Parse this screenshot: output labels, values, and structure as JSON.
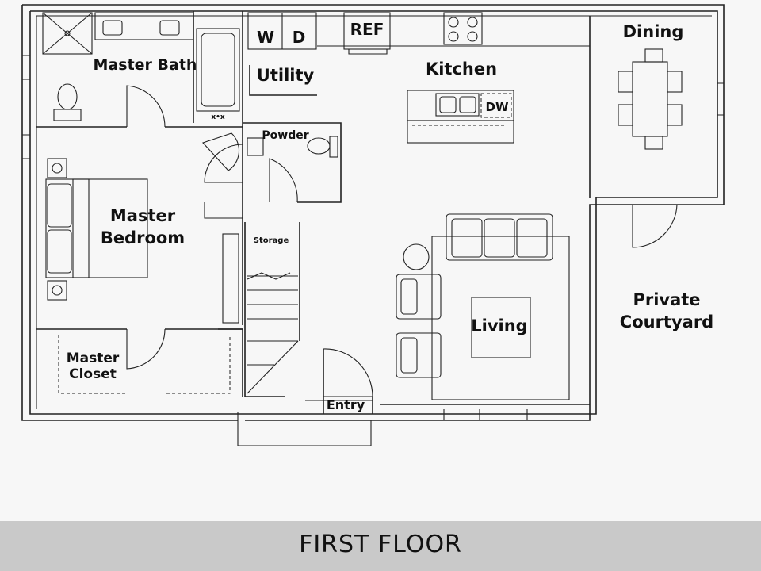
{
  "footer": {
    "title": "FIRST FLOOR"
  },
  "rooms": {
    "master_bath": "Master Bath",
    "utility": "Utility",
    "kitchen": "Kitchen",
    "dining": "Dining",
    "powder": "Powder",
    "master_bedroom_line1": "Master",
    "master_bedroom_line2": "Bedroom",
    "storage": "Storage",
    "living": "Living",
    "private_courtyard_line1": "Private",
    "private_courtyard_line2": "Courtyard",
    "master_closet_line1": "Master",
    "master_closet_line2": "Closet",
    "entry": "Entry"
  },
  "fixtures": {
    "washer": "W",
    "dryer": "D",
    "refrigerator": "REF",
    "dishwasher": "DW",
    "tub_controls": "x•x"
  },
  "colors": {
    "background": "#f7f7f7",
    "line": "#222222",
    "footer_band": "#c9c9c9"
  }
}
